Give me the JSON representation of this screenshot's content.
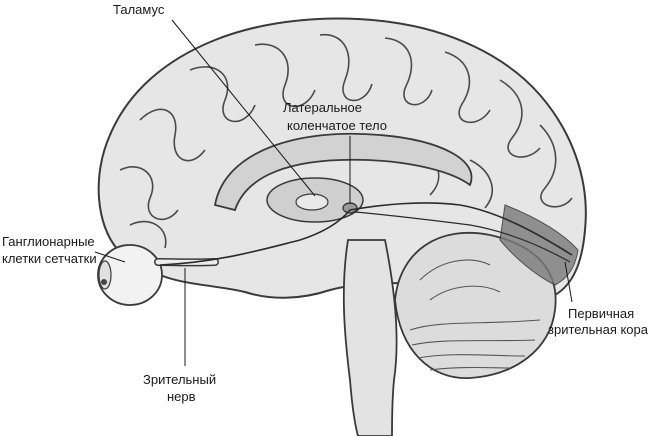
{
  "labels": {
    "thalamus": "Таламус",
    "lgn_line1": "Латеральное",
    "lgn_line2": "коленчатое тело",
    "ganglion_line1": "Ганглионарные",
    "ganglion_line2": "клетки сетчатки",
    "optic_nerve_line1": "Зрительный",
    "optic_nerve_line2": "нерв",
    "visual_cortex_line1": "Первичная",
    "visual_cortex_line2": "зрительная кора"
  },
  "colors": {
    "brain_fill": "#e6e6e6",
    "brain_dark": "#bdbdbd",
    "outline": "#3a3a3a",
    "cortex_shade": "#7a7a7a",
    "pathway": "#2b2b2b"
  }
}
